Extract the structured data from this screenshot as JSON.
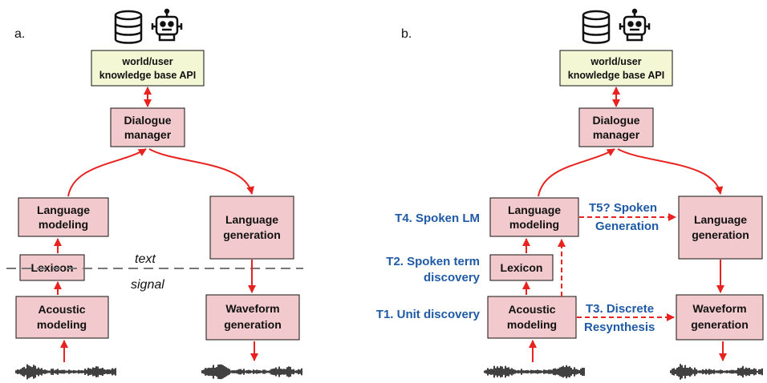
{
  "panels": [
    {
      "label": "a.",
      "kb": [
        "world/user",
        "knowledge base API"
      ],
      "dm": [
        "Dialogue",
        "manager"
      ],
      "lm": [
        "Language",
        "modeling"
      ],
      "lg": [
        "Language",
        "generation"
      ],
      "lex": "Lexicon",
      "am": [
        "Acoustic",
        "modeling"
      ],
      "wg": [
        "Waveform",
        "generation"
      ],
      "text_label": "text",
      "signal_label": "signal"
    },
    {
      "label": "b.",
      "kb": [
        "world/user",
        "knowledge base API"
      ],
      "dm": [
        "Dialogue",
        "manager"
      ],
      "lm": [
        "Language",
        "modeling"
      ],
      "lg": [
        "Language",
        "generation"
      ],
      "lex": "Lexicon",
      "am": [
        "Acoustic",
        "modeling"
      ],
      "wg": [
        "Waveform",
        "generation"
      ]
    }
  ],
  "tasks": {
    "t4": "T4. Spoken LM",
    "t2": [
      "T2. Spoken term",
      "discovery"
    ],
    "t1": "T1. Unit discovery",
    "t5": [
      "T5? Spoken",
      "Generation"
    ],
    "t3": [
      "T3. Discrete",
      "Resynthesis"
    ]
  },
  "icons": [
    "database-icon",
    "robot-icon"
  ],
  "colors": {
    "box_fill": "#f2c9cc",
    "kb_fill": "#f3f7d4",
    "arrow": "#e8231f",
    "task_text": "#1f5aa6",
    "divider": "#777777"
  }
}
